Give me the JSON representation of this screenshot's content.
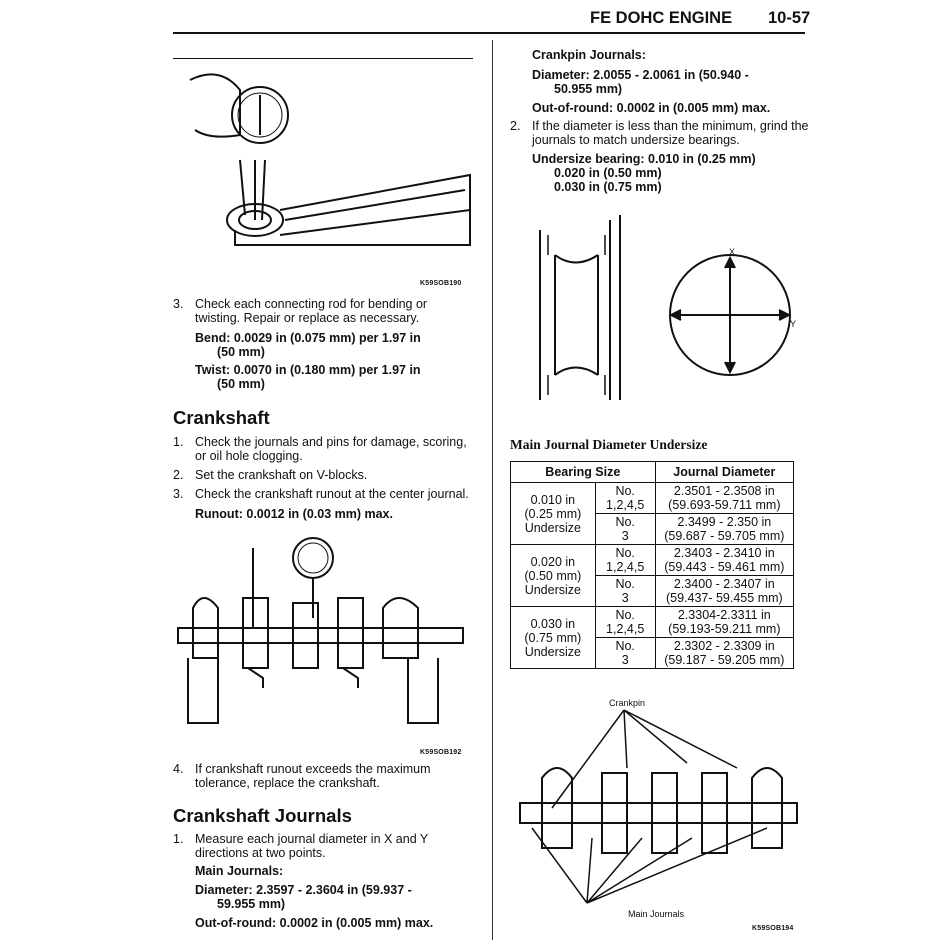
{
  "header": {
    "title": "FE DOHC ENGINE",
    "page": "10-57"
  },
  "left": {
    "fig1_code": "K59SOB190",
    "step3": {
      "num": "3.",
      "text": "Check each connecting rod for bending or twisting. Repair or replace as necessary.",
      "bend": "Bend: 0.0029 in (0.075 mm) per 1.97 in",
      "bend2": "(50 mm)",
      "twist": "Twist: 0.0070 in (0.180 mm) per 1.97 in",
      "twist2": "(50 mm)"
    },
    "crankshaft": {
      "heading": "Crankshaft",
      "items": [
        {
          "num": "1.",
          "text": "Check the journals and pins for damage, scoring, or oil hole clogging."
        },
        {
          "num": "2.",
          "text": "Set the crankshaft on V-blocks."
        },
        {
          "num": "3.",
          "text": "Check the crankshaft runout at the center journal."
        }
      ],
      "runout": "Runout: 0.0012 in (0.03 mm) max."
    },
    "fig2_code": "K59SOB192",
    "step4": {
      "num": "4.",
      "text": "If crankshaft runout exceeds the maximum tolerance, replace the crankshaft."
    },
    "journals": {
      "heading": "Crankshaft Journals",
      "item1": {
        "num": "1.",
        "text": "Measure each journal diameter in X and Y directions at two points."
      },
      "main_label": "Main Journals:",
      "diameter": "Diameter: 2.3597 - 2.3604 in (59.937 -",
      "diameter2": "59.955 mm)",
      "oor": "Out-of-round: 0.0002 in (0.005 mm) max."
    }
  },
  "right": {
    "crankpin_label": "Crankpin Journals:",
    "diameter": "Diameter: 2.0055 - 2.0061 in (50.940 -",
    "diameter2": "50.955 mm)",
    "oor": "Out-of-round: 0.0002 in (0.005 mm) max.",
    "step2": {
      "num": "2.",
      "text": "If the diameter is less than the minimum, grind the journals to match undersize bearings."
    },
    "undersize": [
      "Undersize bearing: 0.010 in (0.25 mm)",
      "0.020 in (0.50 mm)",
      "0.030 in (0.75 mm)"
    ],
    "fig3_labels": {
      "x": "X",
      "y": "Y"
    },
    "table_title": "Main Journal Diameter Undersize",
    "table": {
      "headers": [
        "Bearing Size",
        "Journal Diameter"
      ],
      "groups": [
        {
          "size": "0.010 in",
          "mm": "(0.25 mm)",
          "under": "Undersize",
          "rows": [
            {
              "no": "No.",
              "pos": "1,2,4,5",
              "in": "2.3501 - 2.3508 in",
              "mm": "(59.693-59.711 mm)"
            },
            {
              "no": "No.",
              "pos": "3",
              "in": "2.3499 - 2.350 in",
              "mm": "(59.687 - 59.705 mm)"
            }
          ]
        },
        {
          "size": "0.020 in",
          "mm": "(0.50 mm)",
          "under": "Undersize",
          "rows": [
            {
              "no": "No.",
              "pos": "1,2,4,5",
              "in": "2.3403 - 2.3410 in",
              "mm": "(59.443 - 59.461 mm)"
            },
            {
              "no": "No.",
              "pos": "3",
              "in": "2.3400 - 2.3407 in",
              "mm": "(59.437- 59.455 mm)"
            }
          ]
        },
        {
          "size": "0.030 in",
          "mm": "(0.75 mm)",
          "under": "Undersize",
          "rows": [
            {
              "no": "No.",
              "pos": "1,2,4,5",
              "in": "2.3304-2.3311 in",
              "mm": "(59.193-59.211 mm)"
            },
            {
              "no": "No.",
              "pos": "3",
              "in": "2.3302 - 2.3309 in",
              "mm": "(59.187 - 59.205 mm)"
            }
          ]
        }
      ]
    },
    "fig4": {
      "crankpin": "Crankpin",
      "main": "Main Journals",
      "code": "K59SOB194"
    }
  }
}
